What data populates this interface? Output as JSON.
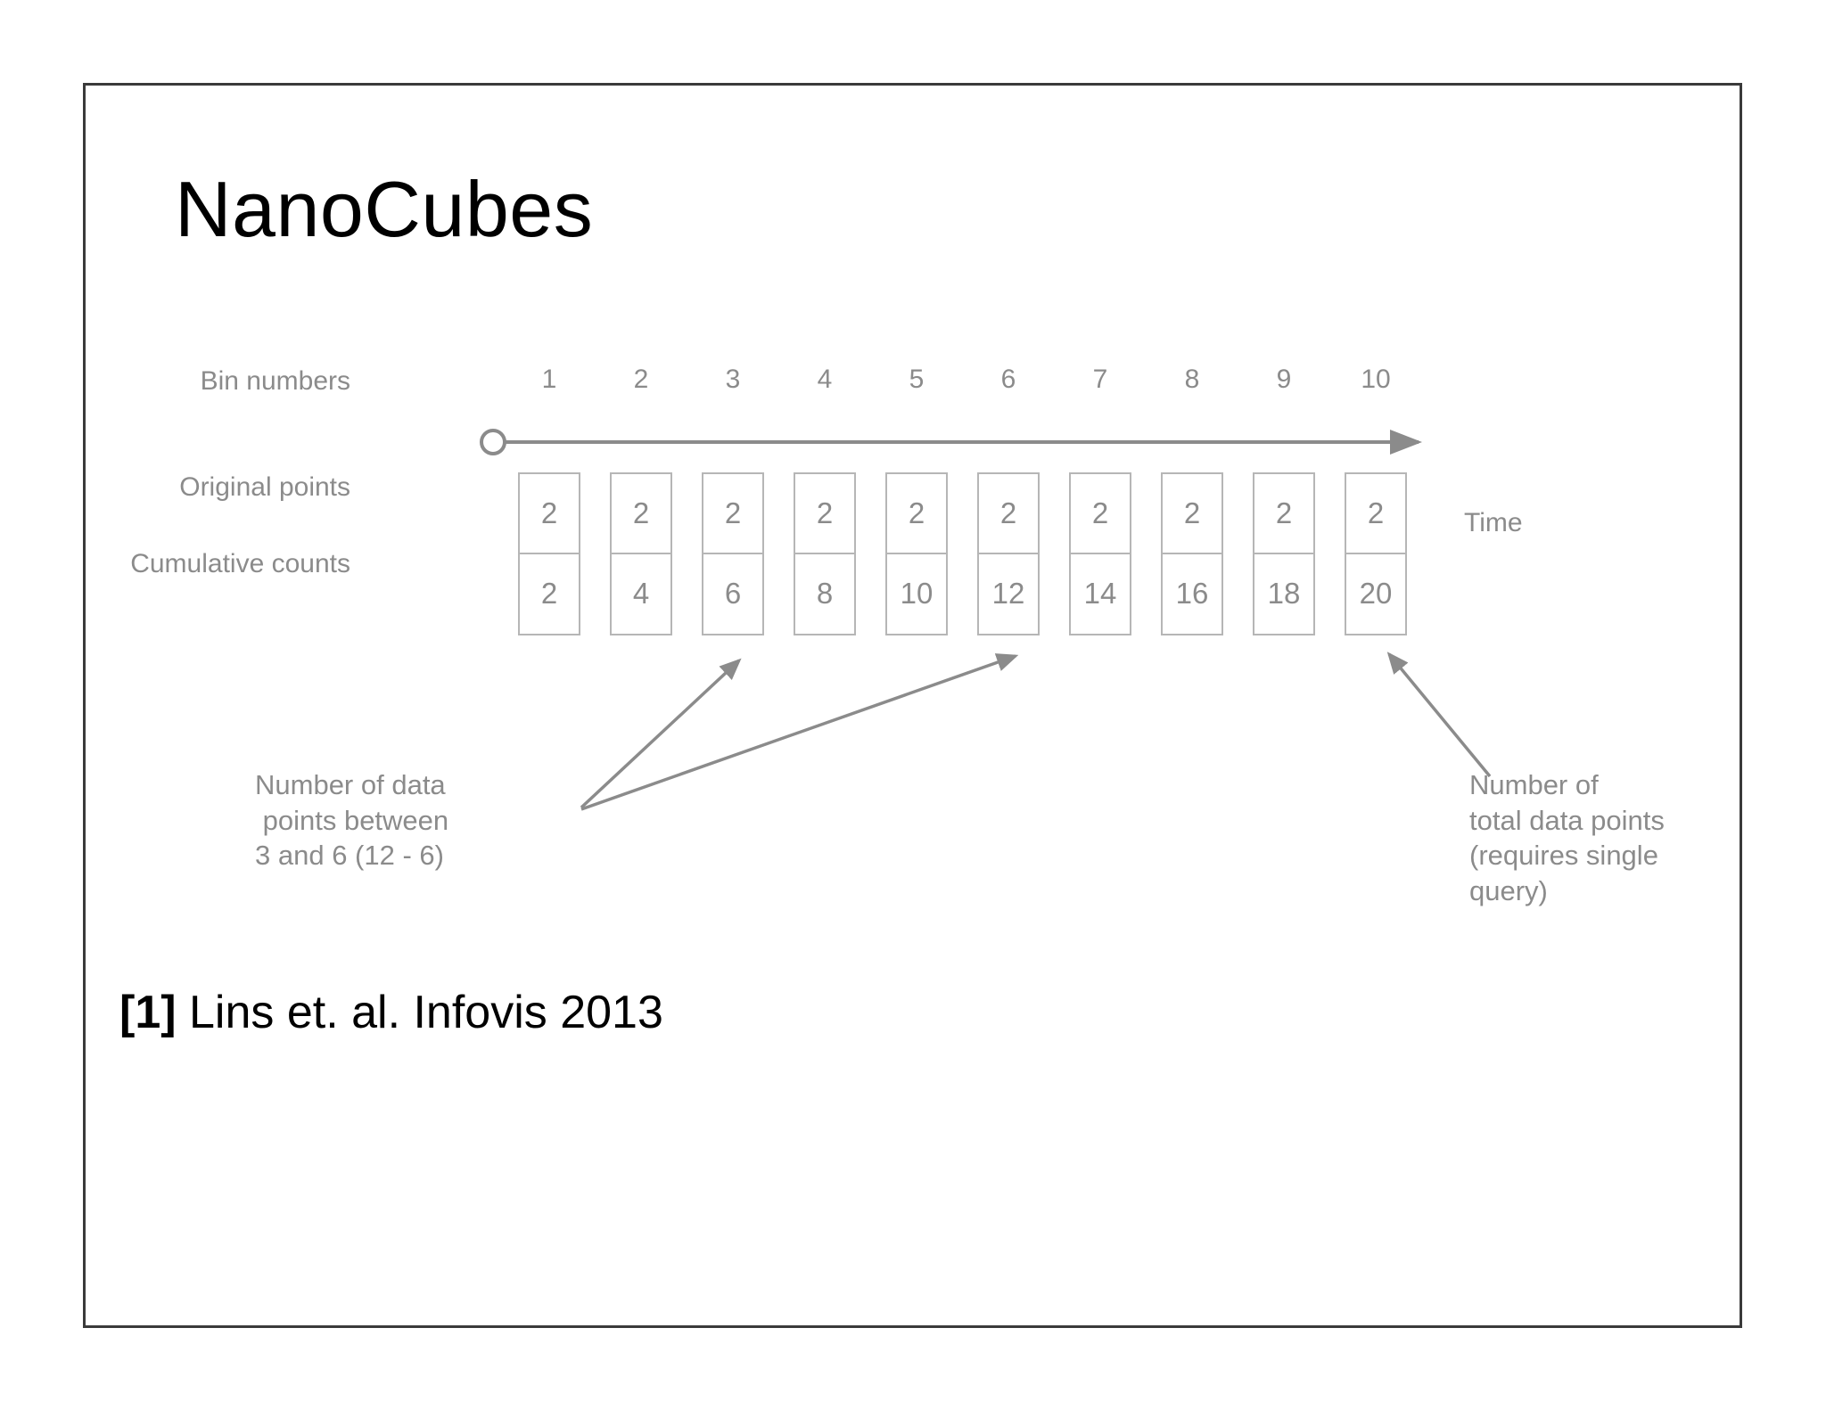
{
  "slide": {
    "title": "NanoCubes",
    "citation": {
      "ref": "[1]",
      "text": " Lins et. al. Infovis 2013"
    },
    "border_color": "#3a3a3a",
    "background": "#ffffff"
  },
  "figure": {
    "row_labels": {
      "bin_numbers": "Bin numbers",
      "original_points": "Original points",
      "cumulative_counts": "Cumulative counts"
    },
    "axis_label": "Time",
    "ink_color": "#8b8b8b",
    "box_border_color": "#b6b6b6",
    "annotations": {
      "left": {
        "line1": "Number of data",
        "line2": " points between",
        "line3": "3 and 6 (12 - 6)"
      },
      "right": {
        "line1": "Number of",
        "line2": "total data points",
        "line3": "(requires single",
        "line4": "query)"
      }
    }
  },
  "chart_data": {
    "type": "table",
    "title": "Cumulative count binning over time",
    "xlabel": "Time",
    "ylabel": "",
    "categories": [
      "1",
      "2",
      "3",
      "4",
      "5",
      "6",
      "7",
      "8",
      "9",
      "10"
    ],
    "series": [
      {
        "name": "Original points",
        "values": [
          2,
          2,
          2,
          2,
          2,
          2,
          2,
          2,
          2,
          2
        ]
      },
      {
        "name": "Cumulative counts",
        "values": [
          2,
          4,
          6,
          8,
          10,
          12,
          14,
          16,
          18,
          20
        ]
      }
    ],
    "grid": false,
    "legend": "none",
    "annotations": [
      {
        "text": "Number of data points between 3 and 6 (12 - 6)",
        "targets": [
          "3",
          "6"
        ]
      },
      {
        "text": "Number of total data points (requires single query)",
        "targets": [
          "10"
        ]
      }
    ]
  }
}
